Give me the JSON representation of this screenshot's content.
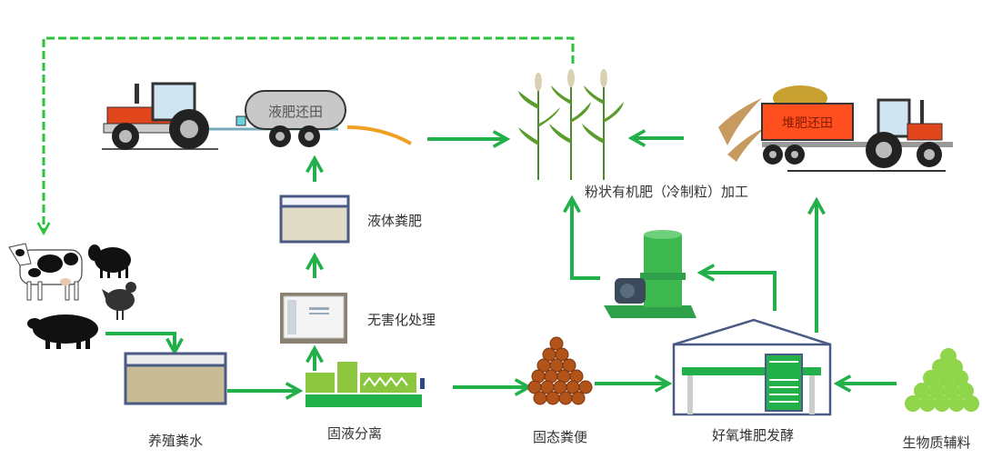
{
  "title": "畜禽粪污资源化利用流程",
  "colors": {
    "arrow": "#22b04a",
    "dashed": "#2bc23c",
    "tank_border": "#4a5a85",
    "tank_fill": "#c8bc96",
    "tractor_red": "#e2461d",
    "compost_fill": "#ff4f1f",
    "biomass": "#8fd64a",
    "manure": "#b2541a"
  },
  "nodes": {
    "livestock": {
      "label": "",
      "animals": [
        "cow",
        "sheep",
        "chicken",
        "pig"
      ]
    },
    "wastewater_tank": {
      "label": "养殖粪水"
    },
    "separator": {
      "label": "固液分离"
    },
    "harmless_treatment": {
      "label": "无害化处理"
    },
    "liquid_manure": {
      "label": "液体粪肥"
    },
    "liquid_tanker": {
      "label": "液肥还田"
    },
    "crops": {
      "label": ""
    },
    "powder_processing": {
      "label": "粉状有机肥（冷制粒）加工"
    },
    "compost_truck": {
      "label": "堆肥还田"
    },
    "solid_manure": {
      "label": "固态粪便"
    },
    "aerobic_fermentation": {
      "label": "好氧堆肥发酵"
    },
    "biomass": {
      "label": "生物质辅料"
    },
    "granulator": {
      "label": ""
    }
  },
  "edges": [
    {
      "from": "livestock",
      "to": "wastewater_tank"
    },
    {
      "from": "wastewater_tank",
      "to": "separator"
    },
    {
      "from": "separator",
      "to": "harmless_treatment"
    },
    {
      "from": "harmless_treatment",
      "to": "liquid_manure"
    },
    {
      "from": "liquid_manure",
      "to": "liquid_tanker"
    },
    {
      "from": "liquid_tanker",
      "to": "crops"
    },
    {
      "from": "crops",
      "to": "livestock",
      "style": "dashed"
    },
    {
      "from": "separator",
      "to": "solid_manure"
    },
    {
      "from": "solid_manure",
      "to": "aerobic_fermentation"
    },
    {
      "from": "biomass",
      "to": "aerobic_fermentation"
    },
    {
      "from": "aerobic_fermentation",
      "to": "granulator"
    },
    {
      "from": "granulator",
      "to": "crops"
    },
    {
      "from": "aerobic_fermentation",
      "to": "compost_truck"
    },
    {
      "from": "compost_truck",
      "to": "crops"
    }
  ]
}
